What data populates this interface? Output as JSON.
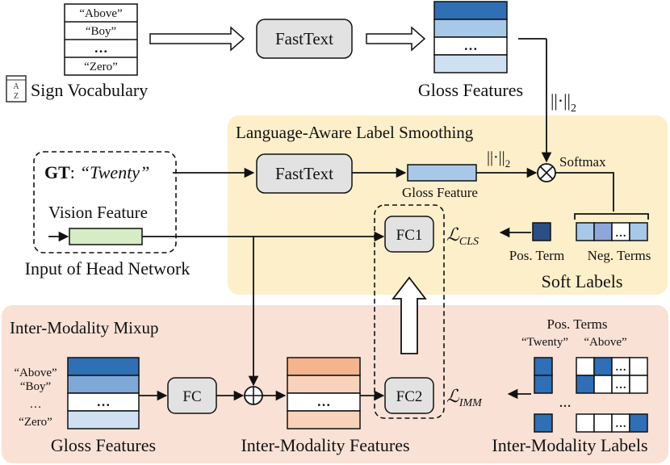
{
  "colors": {
    "dark_blue": "#2e6fb5",
    "mid_blue": "#7da8d8",
    "light_blue": "#a8c8e8",
    "pale_blue": "#cfe0f3",
    "purple_blue": "#8ea6dc",
    "orange_dark": "#f3b48e",
    "orange_light": "#f9d2ba",
    "green": "#d5ecc6",
    "yellow_panel": "#fdefc9",
    "pink_panel": "#f9e1d6",
    "gray_box": "#e2e2e2"
  },
  "top": {
    "vocab_words": [
      "“Above”",
      "“Boy”",
      "…",
      "“Zero”"
    ],
    "sign_vocabulary": "Sign Vocabulary",
    "fasttext": "FastText",
    "gloss_features_dots": "…",
    "gloss_features": "Gloss Features",
    "norm_label": "||·||",
    "norm_sub": "2"
  },
  "las": {
    "title": "Language-Aware Label Smoothing",
    "fasttext": "FastText",
    "gloss_feature": "Gloss Feature",
    "norm_label": "||·||",
    "norm_sub": "2",
    "softmax": "Softmax",
    "fc1": "FC1",
    "loss_cls": "ℒ",
    "loss_cls_sub": "CLS",
    "soft_dots": "…",
    "pos_term": "Pos. Term",
    "neg_terms": "Neg. Terms",
    "soft_labels": "Soft Labels"
  },
  "input": {
    "gt_label": "GT",
    "gt_colon": ":",
    "gt_value": "“Twenty”",
    "vision_feature": "Vision Feature",
    "caption": "Input of Head Network"
  },
  "imm": {
    "title": "Inter-Modality Mixup",
    "words": [
      "“Above”",
      "“Boy”",
      "…",
      "“Zero”"
    ],
    "gloss_dots": "…",
    "gloss_features": "Gloss Features",
    "fc": "FC",
    "inter_dots": "…",
    "inter_features": "Inter-Modality Features",
    "fc2": "FC2",
    "loss_imm": "ℒ",
    "loss_imm_sub": "IMM",
    "pos_terms": "Pos. Terms",
    "word_twenty": "“Twenty”",
    "word_above": "“Above”",
    "label_dots_top": "…",
    "label_dots_mid": "…",
    "label_dots_bottom": "…",
    "labels": "Inter-Modality Labels"
  }
}
